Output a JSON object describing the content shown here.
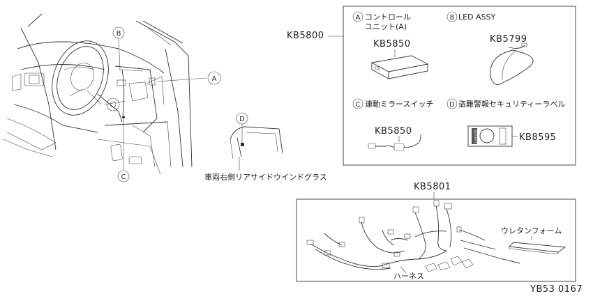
{
  "diagram": {
    "callouts": {
      "a": "A",
      "b": "B",
      "c": "C",
      "d": "D"
    },
    "vehicle_label": "車両右側リアサイドウインドグラス",
    "kit_code": "KB5800",
    "harness_code": "KB5801",
    "footer_code": "YB53 0167",
    "parts": {
      "a_title_1": "コントロール",
      "a_title_2": "ユニット(A)",
      "a_code": "KB5850",
      "b_title": "LED ASSY",
      "b_code": "KB5799",
      "c_title": "連動ミラースイッチ",
      "c_code": "KB5850",
      "d_title": "盗難警報セキュリティーラベル",
      "d_code": "KB8595",
      "d_sticker_text": "SECURITY"
    },
    "harness_items": {
      "foam": "ウレタンフォーム",
      "harness": "ハーネス"
    }
  }
}
